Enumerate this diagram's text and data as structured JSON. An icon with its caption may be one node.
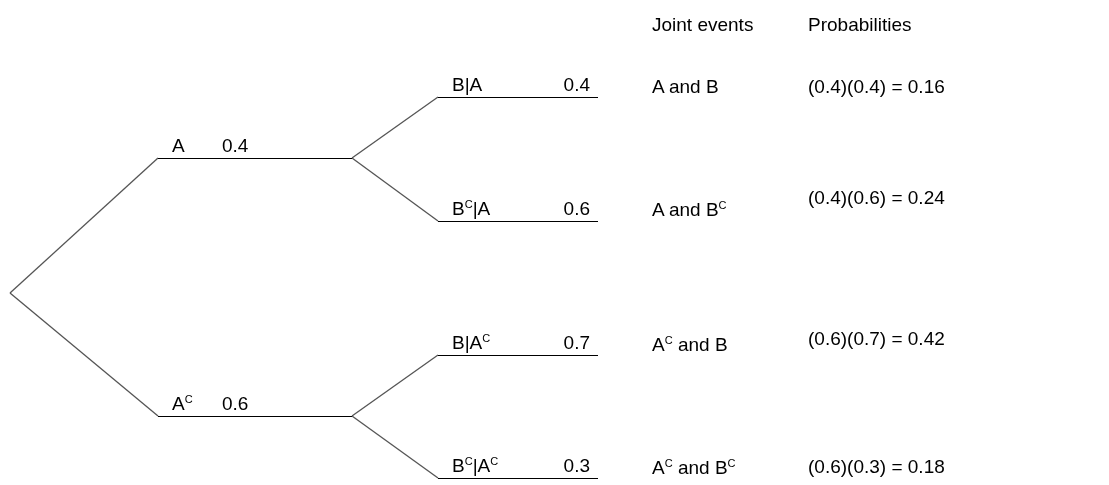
{
  "diagram": {
    "nodes": [
      {
        "text": [
          "A",
          "0.4"
        ]
      },
      {
        "text": [
          "B|A",
          "0.4"
        ]
      },
      {
        "text": [
          "B$^{C}$|A",
          "0.6"
        ]
      },
      {
        "text": [
          "A$^{C}$",
          "0.6"
        ]
      },
      {
        "text": [
          "B|A$^{C}$",
          "0.7"
        ]
      },
      {
        "text": [
          "B$^{C}$|A$^{C}$",
          "0.3"
        ]
      }
    ],
    "edges": [
      {
        "from": null,
        "to": 0,
        "arrow": "none"
      },
      {
        "from": null,
        "to": 3,
        "arrow": "none"
      },
      {
        "from": 0,
        "to": 1,
        "arrow": "none"
      },
      {
        "from": 0,
        "to": 2,
        "arrow": "none"
      },
      {
        "from": 3,
        "to": 4,
        "arrow": "none"
      },
      {
        "from": 3,
        "to": 5,
        "arrow": "none"
      }
    ],
    "labels": [
      "Joint events",
      "Probabilities",
      "A and B",
      "(0.4)(0.4) = 0.16",
      "A and B$^{C}$",
      "(0.4)(0.6) = 0.24",
      "A$^{C}$ and B",
      "(0.6)(0.7) = 0.42",
      "A$^{C}$ and B$^{C}$",
      "(0.6)(0.3) = 0.18"
    ]
  }
}
